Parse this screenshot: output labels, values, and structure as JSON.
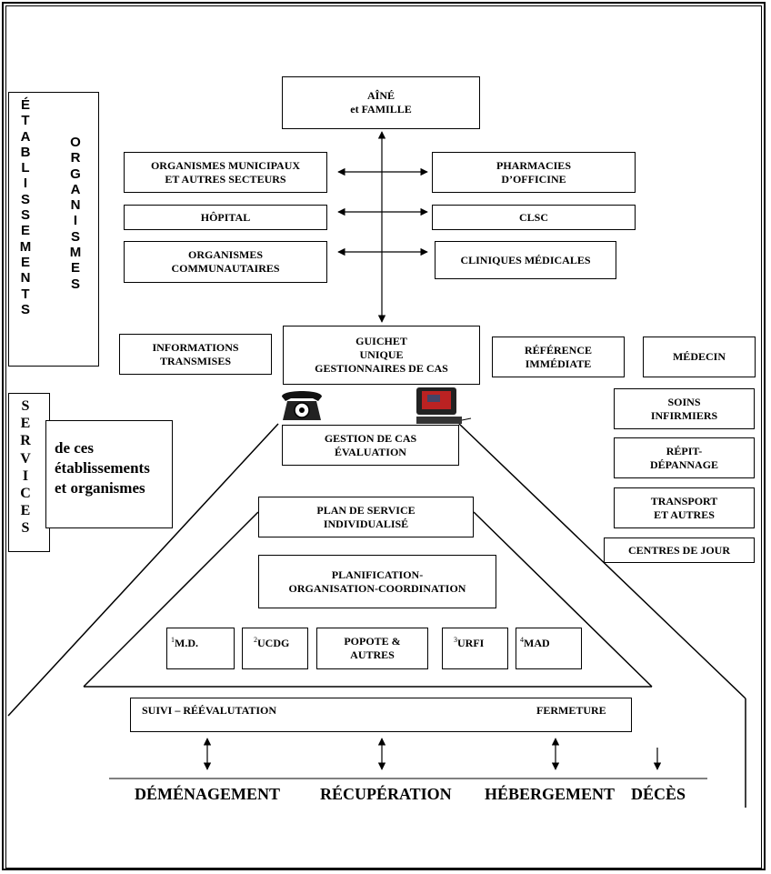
{
  "aine": "AÎNÉ\net FAMILLE",
  "left_orgs": [
    "ORGANISMES MUNICIPAUX\nET AUTRES SECTEURS",
    "HÔPITAL",
    "ORGANISMES\nCOMMUNAUTAIRES"
  ],
  "right_orgs": [
    "PHARMACIES\nD’OFFICINE",
    "CLSC",
    "CLINIQUES MÉDICALES"
  ],
  "etablissements": "É\nT\nA\nB\nL\nI\nS\nS\nE\nM\nE\nN\nT\nS",
  "organismes": "O\nR\nG\nA\nN\nI\nS\nM\nE\nS",
  "services": "S\nE\nR\nV\nI\nC\nE\nS",
  "services_desc": "de ces\nétablissements\net organismes",
  "informations": "INFORMATIONS\nTRANSMISES",
  "guichet": "GUICHET\nUNIQUE\nGESTIONNAIRES DE CAS",
  "reference": "RÉFÉRENCE\nIMMÉDIATE",
  "medecin": "MÉDECIN",
  "right_services": [
    "SOINS\nINFIRMIERS",
    "RÉPIT-\nDÉPANNAGE",
    "TRANSPORT\nET AUTRES",
    "CENTRES DE JOUR"
  ],
  "gestion": "GESTION DE CAS\nÉVALUATION",
  "plan": "PLAN DE SERVICE\nINDIVIDUALISÉ",
  "planification": "PLANIFICATION-\nORGANISATION-COORDINATION",
  "units": [
    {
      "sup": "1",
      "label": "M.D."
    },
    {
      "sup": "2",
      "label": "UCDG"
    },
    {
      "sup": "",
      "label": "POPOTE      &\nAUTRES"
    },
    {
      "sup": "3",
      "label": "URFI"
    },
    {
      "sup": "4",
      "label": "MAD"
    }
  ],
  "suivi": "SUIVI – RÉÉVALUTATION",
  "fermeture": "FERMETURE",
  "outcomes": [
    "DÉMÉNAGEMENT",
    "RÉCUPÉRATION",
    "HÉBERGEMENT",
    "DÉCÈS"
  ]
}
